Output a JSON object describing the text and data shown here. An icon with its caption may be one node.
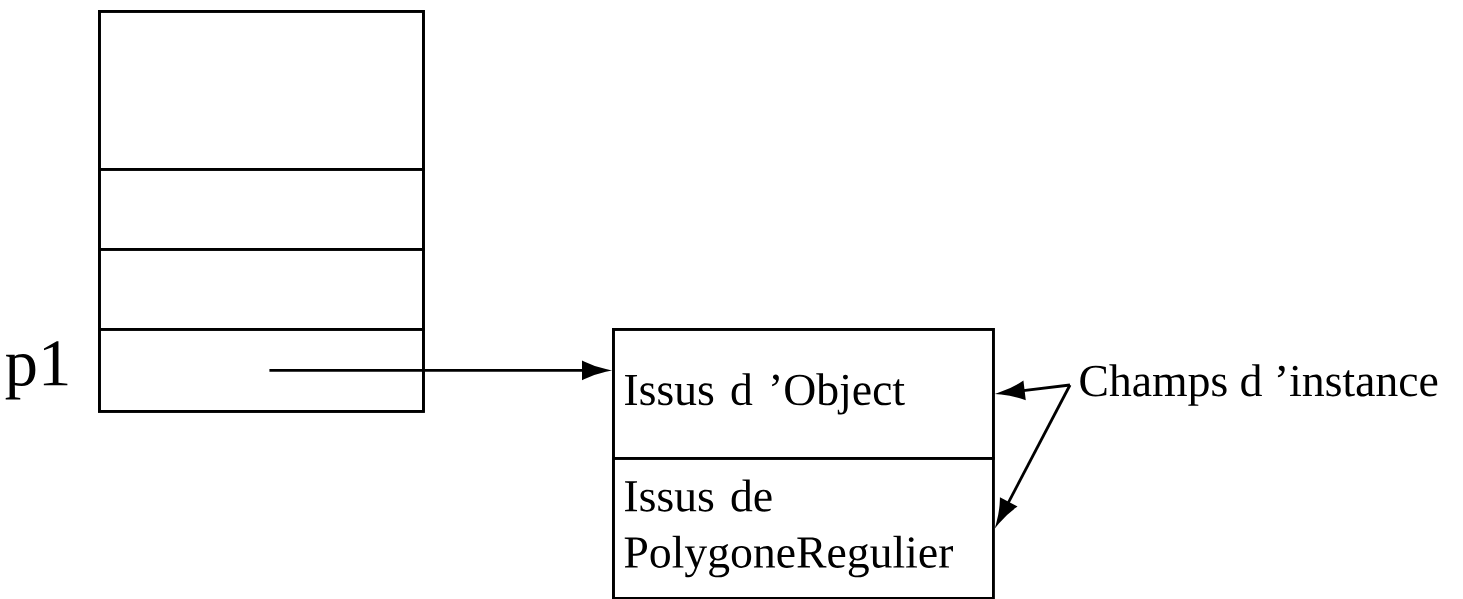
{
  "diagram": {
    "nodes": [
      {
        "text": [],
        "shape": "box"
      },
      {
        "text": [],
        "shape": "box",
        "in": 0
      },
      {
        "text": [],
        "shape": "box",
        "in": 0
      },
      {
        "text": [],
        "shape": "box",
        "in": 0
      },
      {
        "text": [],
        "shape": "box",
        "in": 0,
        "beside": [
          "p1"
        ]
      },
      {
        "text": [],
        "shape": "box"
      },
      {
        "text": [
          "Issus d ’Object"
        ],
        "in": 5
      },
      {
        "text": [
          "Issus de PolygoneRegulier"
        ],
        "in": 5
      },
      {
        "text": [
          "Champs d ’instance"
        ]
      }
    ],
    "edges": [
      {
        "from": 4,
        "to": 5,
        "arrow": "to"
      },
      {
        "from": 8,
        "to": 6,
        "arrow": "to"
      },
      {
        "from": 8,
        "to": 7,
        "arrow": "to"
      }
    ]
  }
}
